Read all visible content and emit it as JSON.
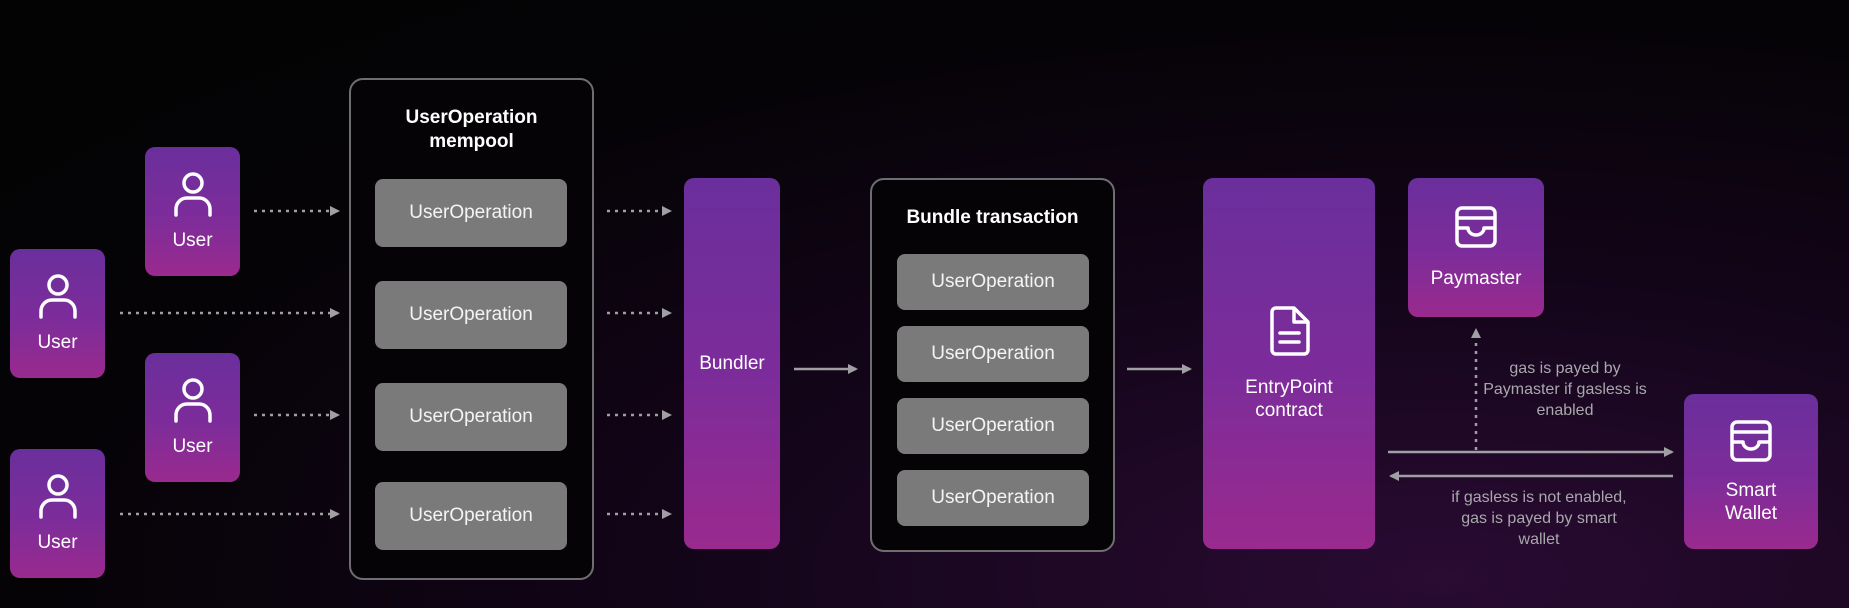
{
  "users": [
    {
      "label": "User"
    },
    {
      "label": "User"
    },
    {
      "label": "User"
    },
    {
      "label": "User"
    }
  ],
  "mempool": {
    "title": "UserOperation mempool",
    "operations": [
      "UserOperation",
      "UserOperation",
      "UserOperation",
      "UserOperation"
    ]
  },
  "bundler": {
    "label": "Bundler"
  },
  "bundle_transaction": {
    "title": "Bundle transaction",
    "operations": [
      "UserOperation",
      "UserOperation",
      "UserOperation",
      "UserOperation"
    ]
  },
  "entrypoint": {
    "label": "EntryPoint contract"
  },
  "paymaster": {
    "label": "Paymaster"
  },
  "smart_wallet": {
    "label": "Smart Wallet"
  },
  "notes": {
    "paymaster_note": "gas is payed by Paymaster  if gasless is enabled",
    "wallet_note": "if gasless is not enabled, gas is payed by smart wallet"
  },
  "colors": {
    "card_top": "#6a2f9c",
    "card_bottom": "#9a2a8e",
    "operation_bg": "#7a7a7a",
    "panel_border": "#6e6e72",
    "arrow": "#a0a0a4"
  },
  "icons": {
    "user": "user-icon",
    "document": "document-icon",
    "wallet": "wallet-icon"
  }
}
